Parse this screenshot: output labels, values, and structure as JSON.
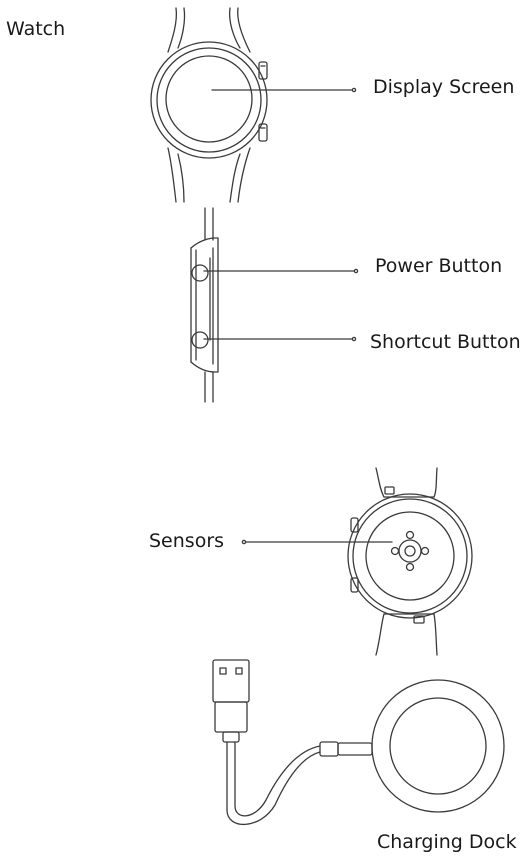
{
  "labels": {
    "watch": "Watch",
    "display_screen": "Display Screen",
    "power_button": "Power Button",
    "shortcut_button": "Shortcut Button",
    "sensors": "Sensors",
    "charging_dock": "Charging Dock"
  },
  "colors": {
    "line": "#3a3a3a",
    "text": "#1a1a1a",
    "background": "#ffffff"
  }
}
